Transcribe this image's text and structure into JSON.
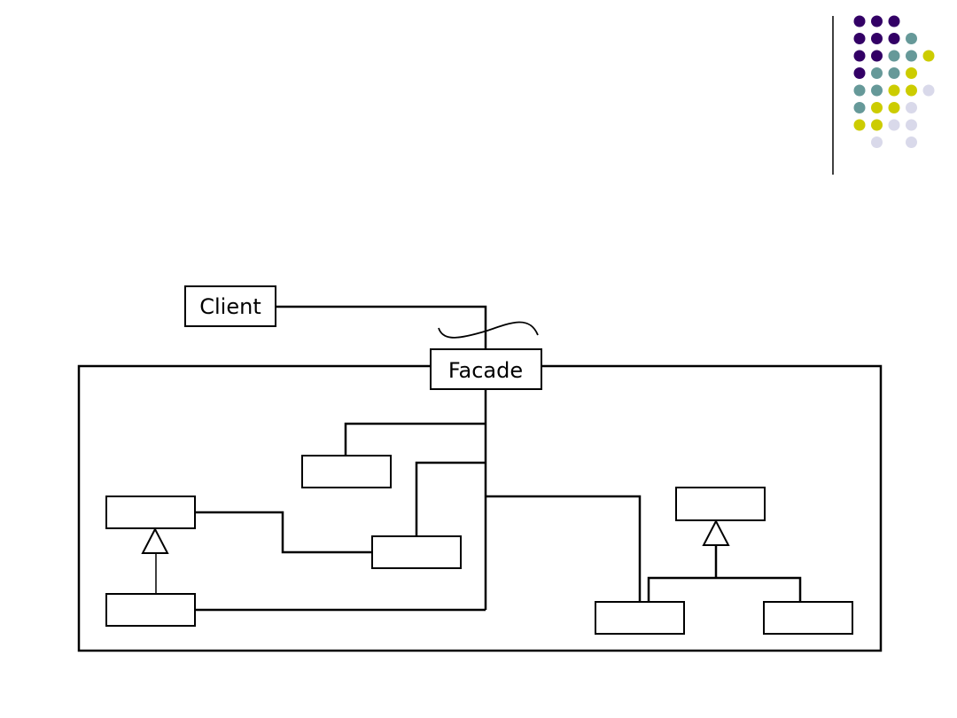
{
  "colors": {
    "purple": "#330066",
    "teal": "#669999",
    "olive": "#cccc00",
    "lavender": "#d9d9ea",
    "ink": "#000000",
    "background": "#ffffff"
  },
  "decoration": {
    "name": "dot-grid",
    "rows": [
      [
        "purple",
        "purple",
        "purple",
        "none",
        "none"
      ],
      [
        "purple",
        "purple",
        "purple",
        "teal",
        "none"
      ],
      [
        "purple",
        "purple",
        "teal",
        "teal",
        "olive"
      ],
      [
        "purple",
        "teal",
        "teal",
        "olive",
        "none"
      ],
      [
        "teal",
        "teal",
        "olive",
        "olive",
        "lavender"
      ],
      [
        "teal",
        "olive",
        "olive",
        "lavender",
        "none"
      ],
      [
        "olive",
        "olive",
        "lavender",
        "lavender",
        "none"
      ],
      [
        "none",
        "lavender",
        "none",
        "lavender",
        "none"
      ]
    ]
  },
  "diagram": {
    "client_label": "Client",
    "facade_label": "Facade"
  }
}
